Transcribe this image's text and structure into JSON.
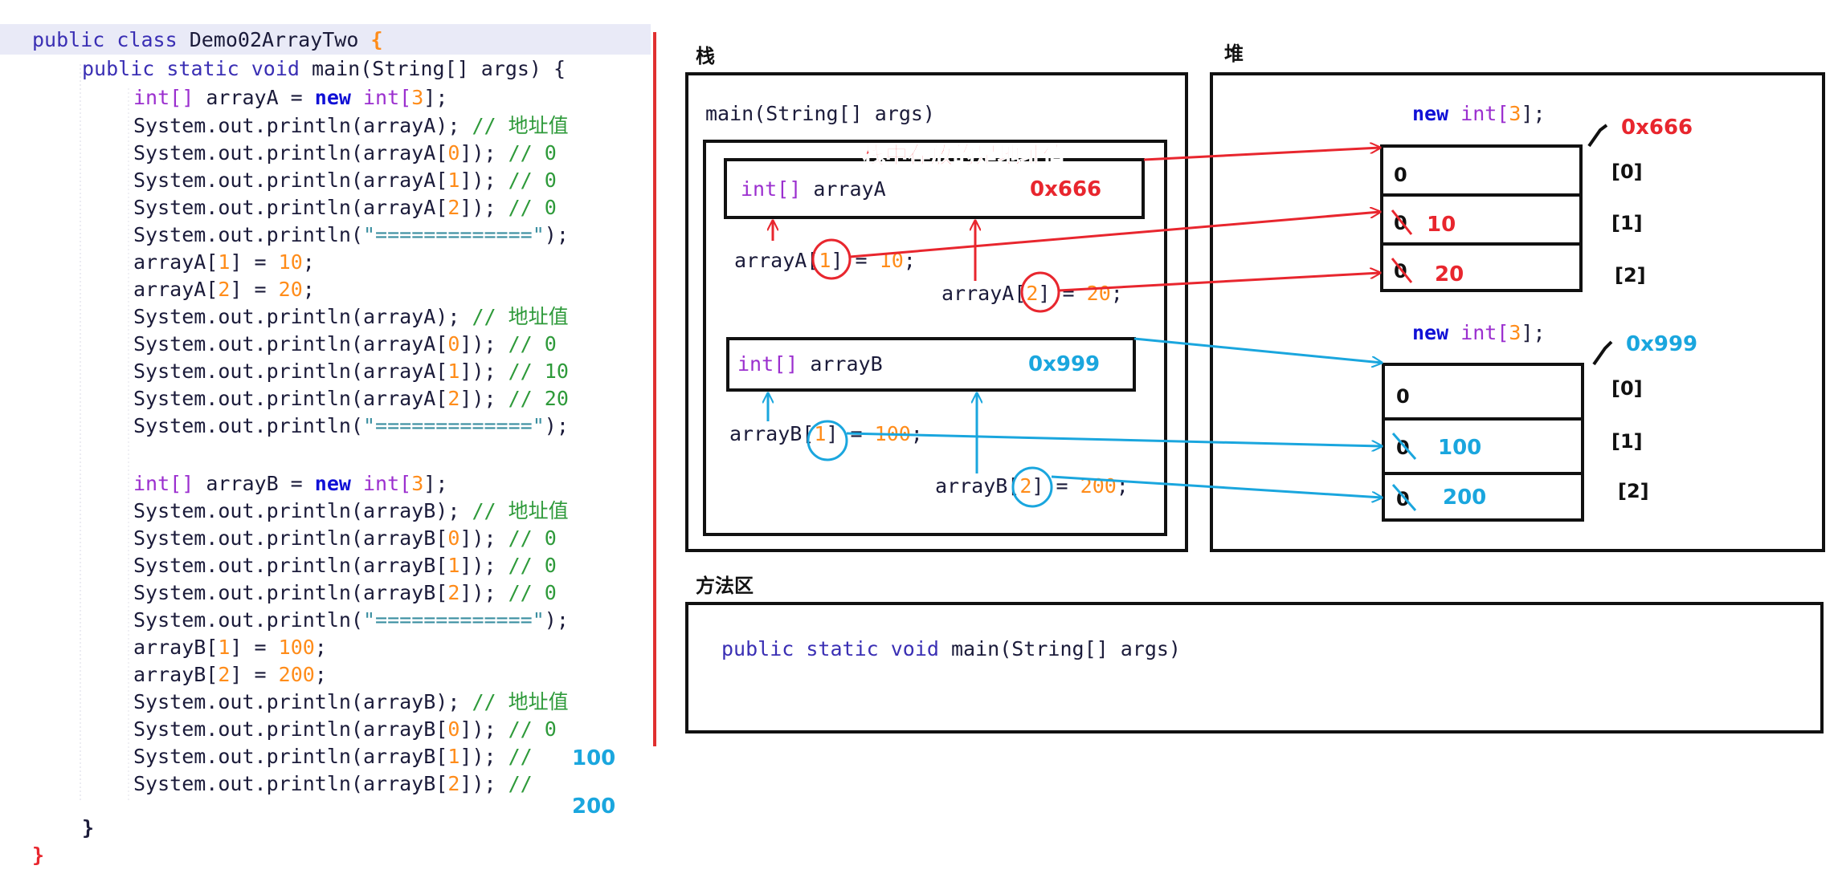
{
  "code": {
    "class_kw": "public class",
    "class_name": "Demo02ArrayTwo",
    "open_brace": "{",
    "main_kw": "public static void",
    "main_sig": "main(String[] args) {",
    "l_arrA_type": "int[]",
    "l_arrA_name": " arrayA = ",
    "l_arrA_new": "new",
    "l_arrA_int": "int[",
    "l_arrA_3": "3",
    "l_arrA_end": "];",
    "print_arrA": "System.out.println(arrayA);",
    "addr_comment": "// 地址值",
    "print_arrA0": "System.out.println(arrayA[",
    "idx0": "0",
    "idx1": "1",
    "idx2": "2",
    "close_print": "]);",
    "cmt_0": "// 0",
    "cmt_10": "// 10",
    "cmt_20": "// 20",
    "cmt_slash": "//",
    "sep_print_start": "System.out.println(",
    "sep_string": "\"=============\"",
    "sep_print_end": ");",
    "assignA1_pre": "arrayA[",
    "assign_mid": "] = ",
    "v10": "10",
    "v20": "20",
    "semi": ";",
    "assignB1_pre": "arrayB[",
    "v100": "100",
    "v200": "200",
    "l_arrB_name": " arrayB = ",
    "print_arrB": "System.out.println(arrayB);",
    "print_arrB0": "System.out.println(arrayB[",
    "hand_100": "100",
    "hand_200": "200",
    "close_main": "}",
    "close_class": "}"
  },
  "diagram": {
    "stack_label": "栈",
    "heap_label": "堆",
    "method_area_label": "方法区",
    "frame_title": "main(String[] args)",
    "note": "栈中存放的是地址值",
    "varA_type": "int[]",
    "varA_name": " arrayA",
    "varA_addr": "0x666",
    "varB_type": "int[]",
    "varB_name": " arrayB",
    "varB_addr": "0x999",
    "assignA1_a": "arrayA[",
    "assignA1_idx": "1",
    "assignA1_b": "] = ",
    "assignA1_v": "10",
    "assignA2_a": "arrayA[",
    "assignA2_idx": "2",
    "assignA2_b": "] = ",
    "assignA2_v": "20",
    "assignB1_a": "arrayB[",
    "assignB1_idx": "1",
    "assignB1_b": "] = ",
    "assignB1_v": "100",
    "assignB2_a": "arrayB[",
    "assignB2_idx": "2",
    "assignB2_b": "] = ",
    "assignB2_v": "200",
    "semi": ";",
    "heapA_new_kw": "new",
    "heapA_new_rest": " int[",
    "heapA_3": "3",
    "heapA_end": "];",
    "heapA_addr": "0x666",
    "heapA_cells": [
      "0",
      "0",
      "0"
    ],
    "heapA_new_vals": [
      "10",
      "20"
    ],
    "heapB_new_kw": "new",
    "heapB_new_rest": " int[",
    "heapB_3": "3",
    "heapB_end": "];",
    "heapB_addr": "0x999",
    "heapB_cells": [
      "0",
      "0",
      "0"
    ],
    "heapB_new_vals": [
      "100",
      "200"
    ],
    "indices": [
      "[0]",
      "[1]",
      "[2]"
    ],
    "method_kw": "public static void",
    "method_sig": "main(String[] args)"
  },
  "colors": {
    "red": "#e8262e",
    "blue": "#1aa6de",
    "divider": "#e03030"
  }
}
